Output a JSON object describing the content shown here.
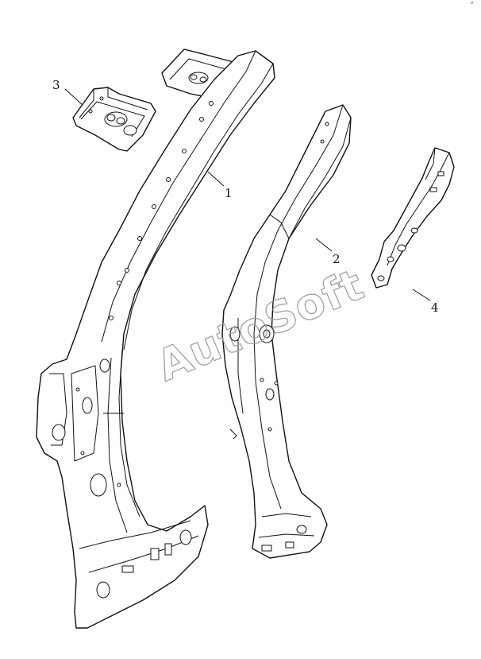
{
  "watermark": "AutoSoft",
  "corner_mark": "”",
  "callouts": [
    {
      "id": "1",
      "label": "1"
    },
    {
      "id": "2",
      "label": "2"
    },
    {
      "id": "3",
      "label": "3"
    },
    {
      "id": "4",
      "label": "4"
    }
  ]
}
